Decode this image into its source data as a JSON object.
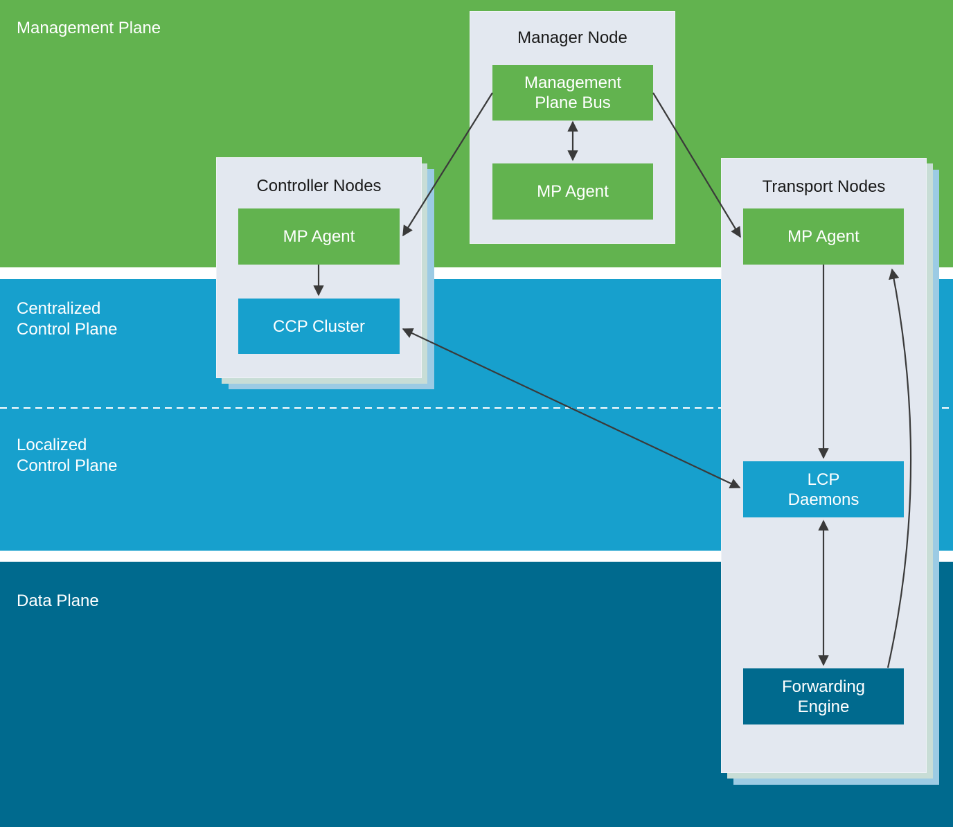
{
  "bands": {
    "management": {
      "label": "Management Plane",
      "color": "#62b34f"
    },
    "centralized": {
      "label": "Centralized\nControl Plane",
      "color": "#17a0cd"
    },
    "localized": {
      "label": "Localized\nControl Plane",
      "color": "#17a0cd"
    },
    "data": {
      "label": "Data Plane",
      "color": "#006a8e"
    }
  },
  "containers": {
    "manager": {
      "title": "Manager Node"
    },
    "controller": {
      "title": "Controller Nodes"
    },
    "transport": {
      "title": "Transport Nodes"
    }
  },
  "boxes": {
    "mpbus": "Management\nPlane Bus",
    "manager_mp_agent": "MP Agent",
    "controller_mp_agent": "MP Agent",
    "ccp_cluster": "CCP Cluster",
    "transport_mp_agent": "MP Agent",
    "lcp_daemons": "LCP\nDaemons",
    "forwarding_engine": "Forwarding\nEngine"
  },
  "colors": {
    "green_box": "#62b34f",
    "blue_box": "#17a0cd",
    "dark_box": "#006a8e",
    "container_bg": "#e3e8f0",
    "arrow": "#3a3a3a"
  }
}
